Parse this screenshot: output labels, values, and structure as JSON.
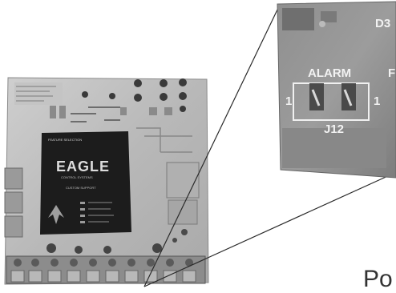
{
  "photo": {
    "inset": {
      "d_label": "D3",
      "alarm_label": "ALARM",
      "right_label": "F",
      "pin_left": "1",
      "pin_right": "1",
      "jumper_label": "J12"
    },
    "board": {
      "logo_line1": "EAGLE",
      "logo_line2": "CONTROL SYSTEMS",
      "header_text": "FEATURE SELECTION",
      "sub_text": "CUSTOM SUPPORT"
    },
    "bottom_word_fragment": "Po"
  }
}
